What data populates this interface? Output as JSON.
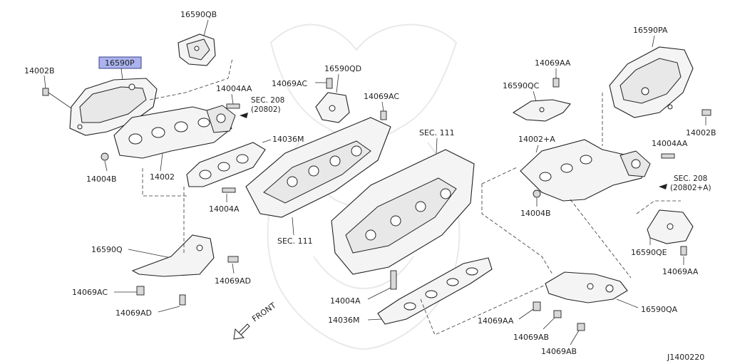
{
  "diagram": {
    "catalog_number": "J1400220",
    "highlighted_part": "16590P",
    "highlight_color": "#aab3ee",
    "front_label": "FRONT",
    "callouts": {
      "p16590QB": "16590QB",
      "p16590P": "16590P",
      "p14002B_left": "14002B",
      "p14004AA_left": "14004AA",
      "sec208_left": "SEC. 208",
      "sec208_left_sub": "(20802)",
      "p14069AC_top": "14069AC",
      "p16590QD": "16590QD",
      "p14069AC_right": "14069AC",
      "p14036M_top": "14036M",
      "p14004B_left": "14004B",
      "p14002": "14002",
      "p14004A_left": "14004A",
      "sec111_top": "SEC. 111",
      "sec111_mid": "SEC. 111",
      "p16590Q": "16590Q",
      "p14069AD_right": "14069AD",
      "p14069AC_bottom": "14069AC",
      "p14069AD_bottom": "14069AD",
      "p14004A_bottom": "14004A",
      "p14036M_bottom": "14036M",
      "p14069AA_top": "14069AA",
      "p16590QC": "16590QC",
      "p14002A": "14002+A",
      "p16590PA": "16590PA",
      "p14002B_right": "14002B",
      "p14004AA_right": "14004AA",
      "sec208_right": "SEC. 208",
      "sec208_right_sub": "(20802+A)",
      "p14004B_right": "14004B",
      "p16590QE": "16590QE",
      "p14069AA_right": "14069AA",
      "p14069AA_bottom": "14069AA",
      "p16590QA": "16590QA",
      "p14069AB_1": "14069AB",
      "p14069AB_2": "14069AB"
    }
  }
}
